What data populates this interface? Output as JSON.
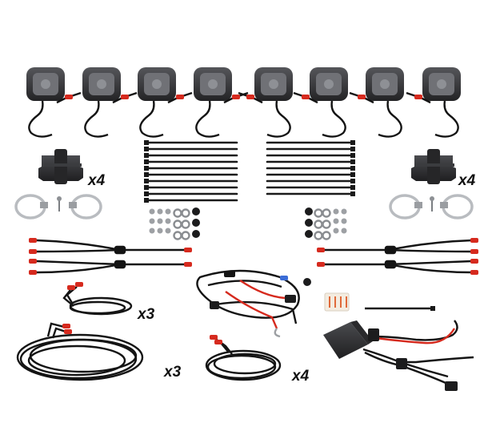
{
  "product_photo": {
    "background": "#ffffff",
    "quantity_labels": {
      "mount_brackets_left": "x4",
      "mount_brackets_right": "x4",
      "short_cable": "x3",
      "long_cable": "x3",
      "medium_cable": "x4"
    },
    "components": [
      "rock-light-pod",
      "mount-bracket",
      "hose-clamp",
      "zip-tie",
      "screw-hardware",
      "y-splitter-cable",
      "extension-cable",
      "wiring-harness",
      "controller-module",
      "adhesive-pads"
    ],
    "colors": {
      "pod_body": "#2e2e30",
      "pod_lens": "#6b6b70",
      "cable": "#141414",
      "connector_red": "#d62a1e",
      "clamp_metal": "#b9bcc0"
    }
  }
}
